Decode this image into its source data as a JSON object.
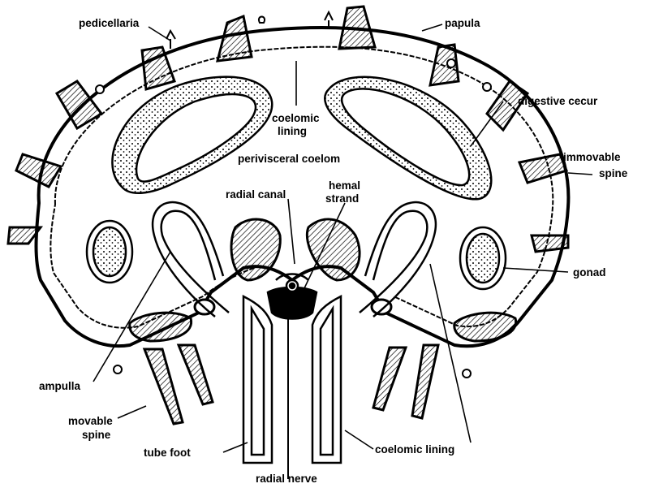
{
  "labels": {
    "pedicellaria": "pedicellaria",
    "papula": "papula",
    "coelomic_lining_top_1": "coelomic",
    "coelomic_lining_top_2": "lining",
    "digestive_cecum": "digestive cecur",
    "perivisceral_coelom": "perivisceral coelom",
    "immovable_spine_1": "immovable",
    "immovable_spine_2": "spine",
    "radial_canal": "radial canal",
    "hemal_strand_1": "hemal",
    "hemal_strand_2": "strand",
    "gonad": "gonad",
    "ampulla": "ampulla",
    "movable_spine_1": "movable",
    "movable_spine_2": "spine",
    "tube_foot": "tube foot",
    "coelomic_lining_bottom": "coelomic lining",
    "radial_nerve": "radial nerve"
  },
  "colors": {
    "ink": "#000000",
    "paper": "#ffffff"
  }
}
